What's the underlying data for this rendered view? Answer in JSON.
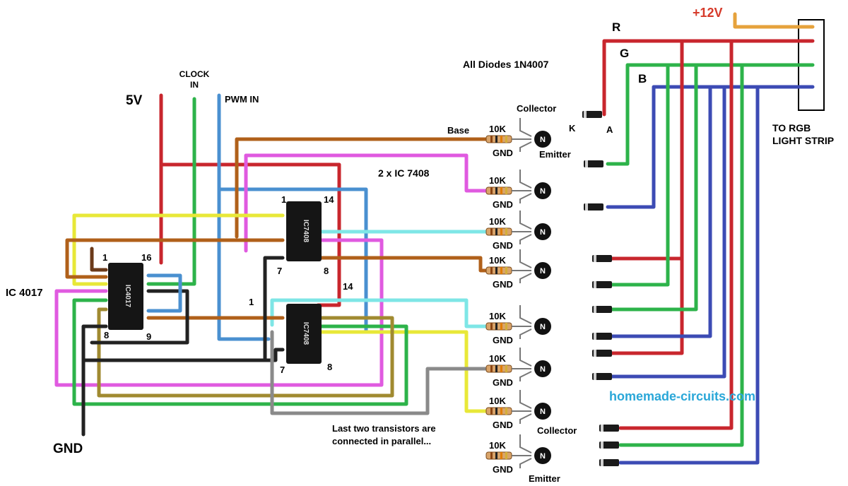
{
  "labels": {
    "v12": "+12V",
    "r": "R",
    "g": "G",
    "b": "B",
    "v5": "5V",
    "clock_in": [
      "CLOCK",
      "IN"
    ],
    "pwm_in": "PWM IN",
    "gnd_main": "GND",
    "ic4017": "IC 4017",
    "ic7408_count": "2 x IC 7408",
    "all_diodes": "All Diodes 1N4007",
    "rgb_strip": [
      "TO RGB",
      "LIGHT STRIP"
    ],
    "website": "homemade-circuits.com",
    "parallel_note": [
      "Last two transistors are",
      "connected in parallel..."
    ],
    "collector": "Collector",
    "emitter": "Emitter",
    "base": "Base",
    "k": "K",
    "a": "A",
    "resistor": "10K",
    "gnd": "GND",
    "chip_7408": "IC7408",
    "chip_4017": "IC4017"
  },
  "pins": {
    "u1_p1": "1",
    "u1_p14": "14",
    "u1_p7": "7",
    "u1_p8": "8",
    "u2_p1": "1",
    "u2_p14": "14",
    "u2_p7": "7",
    "u2_p8": "8",
    "u3_p1": "1",
    "u3_p16": "16",
    "u3_p8": "8",
    "u3_p9": "9"
  },
  "colors": {
    "red": "#c8262d",
    "green": "#2db34a",
    "blue": "#3c4bb4",
    "brown": "#b0601a",
    "orange": "#e6a23c",
    "magenta": "#e05ae0",
    "yellow": "#e8e838",
    "cyan": "#7ee6e6",
    "lightblue": "#4a90d0",
    "black": "#222222",
    "gray": "#8a8a8a",
    "olive": "#a08a30",
    "darkbrown": "#6b3a1a",
    "website": "#2aa7d8",
    "v12": "#d63a2a"
  }
}
